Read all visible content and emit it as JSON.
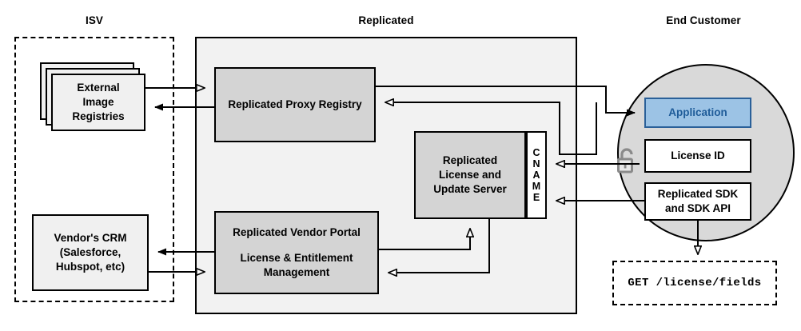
{
  "diagram": {
    "title_isv": "ISV",
    "title_replicated": "Replicated",
    "title_end_customer": "End Customer",
    "colors": {
      "app_fill": "#9cc3e5",
      "app_stroke": "#2a6099",
      "node_fill": "#d4d4d4",
      "light_fill": "#f0f0f0",
      "zone_fill": "#f2f2f2",
      "circle_fill": "#d9d9d9",
      "stroke": "#000000"
    }
  },
  "isv": {
    "label": "ISV",
    "nodes": {
      "registries": "External\nImage\nRegistries",
      "registries_line1": "External",
      "registries_line2": "Image",
      "registries_line3": "Registries",
      "crm_line1": "Vendor's CRM",
      "crm_line2": "(Salesforce,",
      "crm_line3": "Hubspot, etc)"
    }
  },
  "replicated": {
    "label": "Replicated",
    "nodes": {
      "proxy_registry": "Replicated Proxy Registry",
      "license_server_line1": "Replicated",
      "license_server_line2": "License and",
      "license_server_line3": "Update Server",
      "cname": "CNAME",
      "cname_letters": [
        "C",
        "N",
        "A",
        "M",
        "E"
      ],
      "vendor_portal_line1": "Replicated Vendor Portal",
      "vendor_portal_line2": "License & Entitlement",
      "vendor_portal_line3": "Management"
    }
  },
  "end_customer": {
    "label": "End Customer",
    "nodes": {
      "application": "Application",
      "license_id": "License ID",
      "sdk_line1": "Replicated SDK",
      "sdk_line2": "and SDK API"
    },
    "icon": "open-padlock-icon",
    "api_call": "GET /license/fields"
  }
}
